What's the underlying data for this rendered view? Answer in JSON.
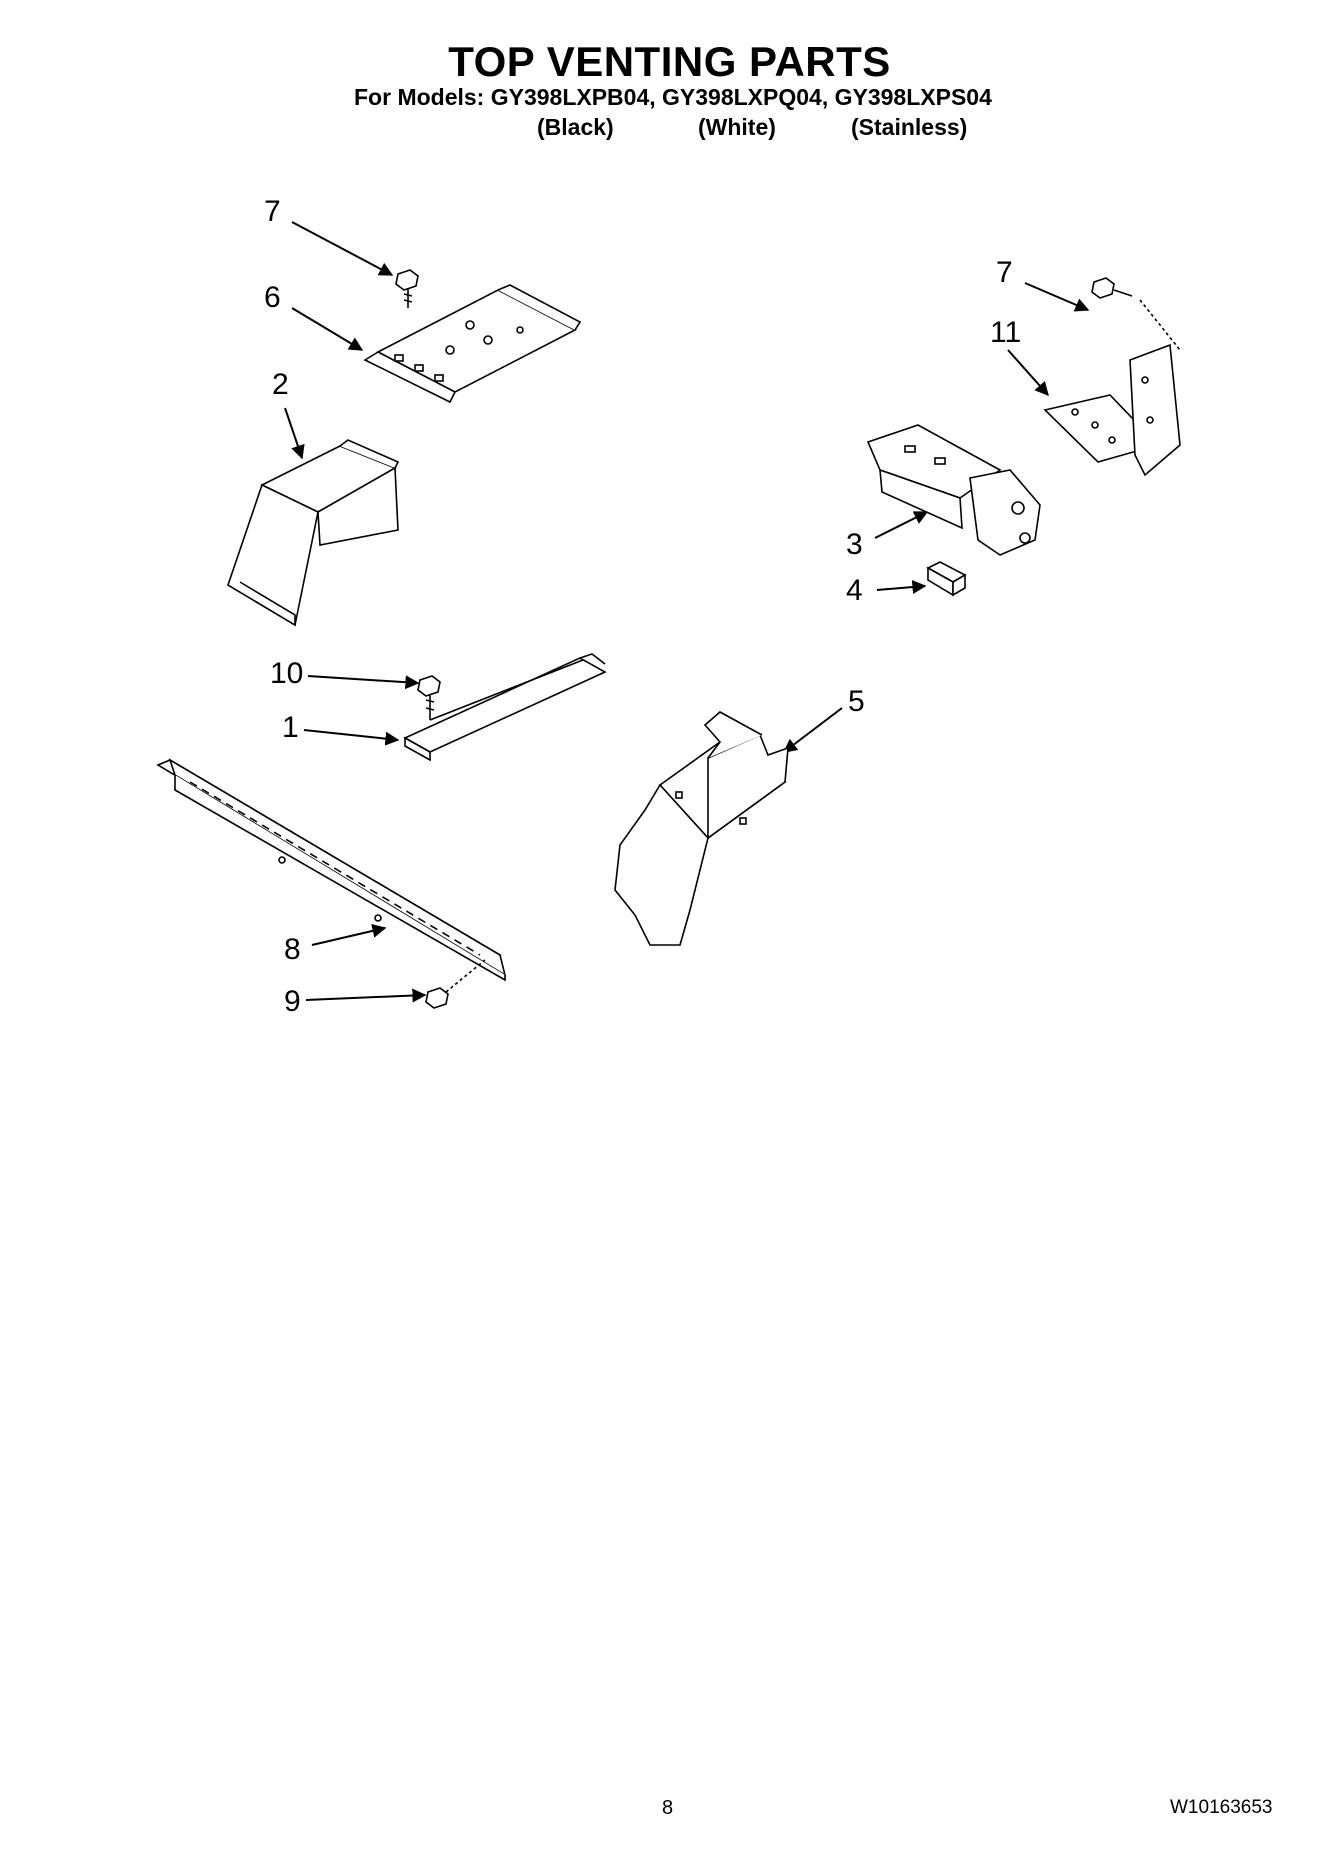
{
  "header": {
    "title": "TOP VENTING PARTS",
    "models_line": "For Models: GY398LXPB04, GY398LXPQ04, GY398LXPS04",
    "variants": [
      "(Black)",
      "(White)",
      "(Stainless)"
    ]
  },
  "callouts": {
    "c7a": "7",
    "c6": "6",
    "c2": "2",
    "c7b": "7",
    "c11": "11",
    "c3": "3",
    "c4": "4",
    "c10": "10",
    "c1": "1",
    "c5": "5",
    "c8": "8",
    "c9": "9"
  },
  "footer": {
    "page_number": "8",
    "document_number": "W10163653"
  }
}
